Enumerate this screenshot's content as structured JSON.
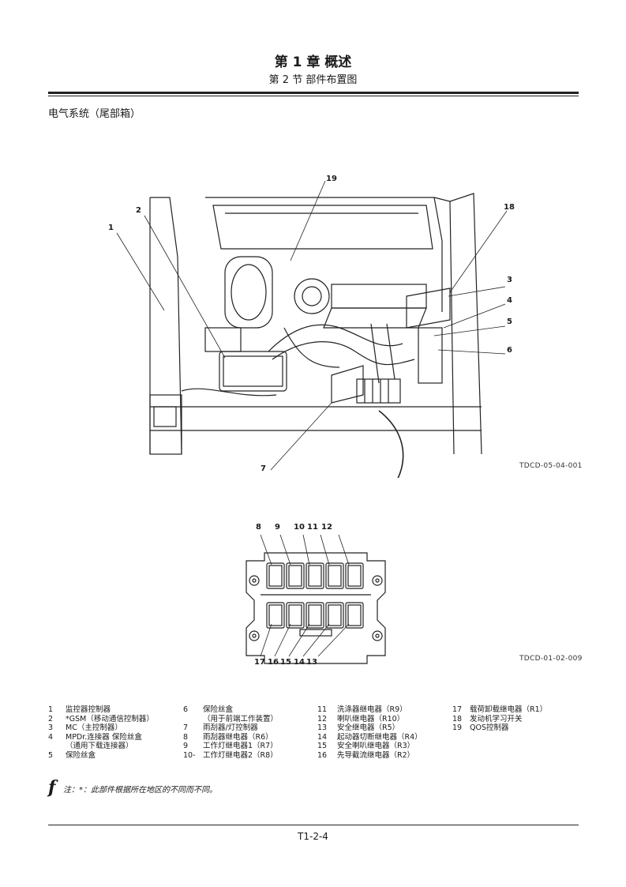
{
  "header": {
    "chapter": "第 1 章 概述",
    "section": "第 2 节 部件布置图"
  },
  "subsection_title": "电气系统（尾部箱）",
  "figure_top": {
    "ref_code": "TDCD-05-04-001",
    "callouts": [
      "1",
      "2",
      "3",
      "4",
      "5",
      "6",
      "7",
      "18",
      "19"
    ]
  },
  "figure_bottom": {
    "ref_code": "TDCD-01-02-009",
    "callouts_top": [
      "8",
      "9",
      "10",
      "11",
      "12"
    ],
    "callouts_bottom": [
      "17",
      "16",
      "15",
      "14",
      "13"
    ]
  },
  "legend": {
    "col1": [
      {
        "num": "1",
        "text": "监控器控制器"
      },
      {
        "num": "2",
        "text": "*GSM（移动通信控制器）"
      },
      {
        "num": "3",
        "text": "MC（主控制器）"
      },
      {
        "num": "4",
        "text": "MPDr.连接器 保险丝盒"
      },
      {
        "num": "",
        "text": "（通用下载连接器）"
      },
      {
        "num": "5",
        "text": "保险丝盒"
      }
    ],
    "col2": [
      {
        "num": "6",
        "text": "保险丝盒"
      },
      {
        "num": "",
        "text": "（用于前端工作装置）"
      },
      {
        "num": "7",
        "text": "雨刮器/灯控制器"
      },
      {
        "num": "8",
        "text": "雨刮器继电器（R6）"
      },
      {
        "num": "9",
        "text": "工作灯继电器1（R7）"
      },
      {
        "num": "10-",
        "text": "工作灯继电器2（R8）"
      }
    ],
    "col3": [
      {
        "num": "11",
        "text": "洗涤器继电器（R9）"
      },
      {
        "num": "12",
        "text": "喇叭继电器（R10）"
      },
      {
        "num": "13",
        "text": "安全继电器（R5）"
      },
      {
        "num": "14",
        "text": "起动器切断继电器（R4）"
      },
      {
        "num": "15",
        "text": "安全喇叭继电器（R3）"
      },
      {
        "num": "16",
        "text": "先导截流继电器（R2）"
      }
    ],
    "col4": [
      {
        "num": "17",
        "text": "载荷卸载继电器（R1）"
      },
      {
        "num": "18",
        "text": "发动机学习开关"
      },
      {
        "num": "19",
        "text": "QOS控制器"
      }
    ]
  },
  "note": {
    "icon": "f",
    "text": "注：*：此部件根据所在地区的不同而不同。"
  },
  "page_number": "T1-2-4"
}
